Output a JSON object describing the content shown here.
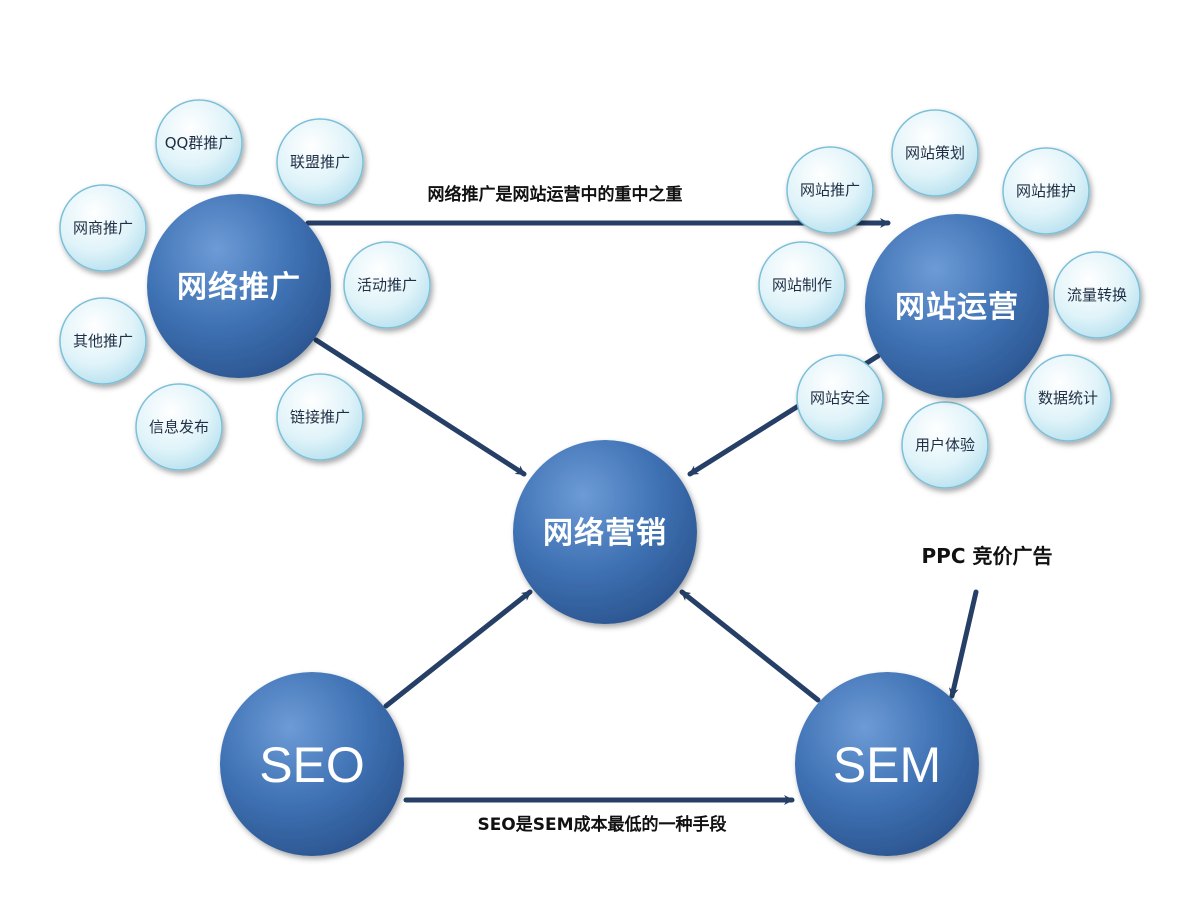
{
  "nodes": {
    "net_promo": "网络推广",
    "site_ops": "网站运营",
    "net_marketing": "网络营销",
    "seo": "SEO",
    "sem": "SEM"
  },
  "promo_items": {
    "qq": "QQ群推广",
    "alliance": "联盟推广",
    "merchant": "网商推广",
    "activity": "活动推广",
    "other": "其他推广",
    "info": "信息发布",
    "link": "链接推广"
  },
  "ops_items": {
    "planning": "网站策划",
    "promotion": "网站推广",
    "maintenance": "网站推护",
    "production": "网站制作",
    "traffic": "流量转换",
    "security": "网站安全",
    "stats": "数据统计",
    "ux": "用户体验"
  },
  "captions": {
    "top": "网络推广是网站运营中的重中之重",
    "bottom": "SEO是SEM成本最低的一种手段",
    "ppc": "PPC 竞价广告"
  },
  "colors": {
    "main_node": "#3d6fae",
    "small_node": "#d7f0f7",
    "arrow": "#253f66"
  }
}
